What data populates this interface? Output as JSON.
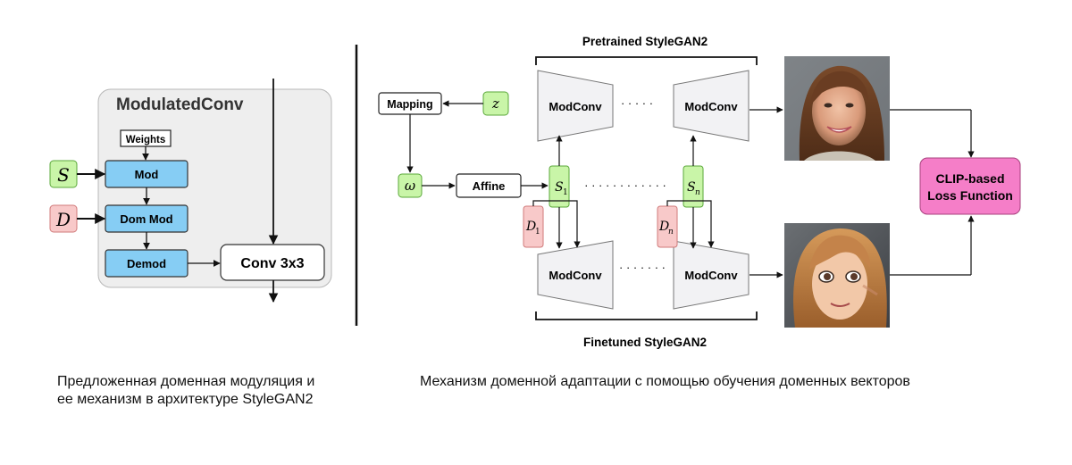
{
  "left_panel": {
    "title": "ModulatedConv",
    "weights": "Weights",
    "mod": "Mod",
    "dom_mod": "Dom Mod",
    "demod": "Demod",
    "conv": "Conv 3x3",
    "s_symbol": "S",
    "d_symbol": "D",
    "caption_line1": "Предложенная доменная модуляция и",
    "caption_line2": "ее механизм в архитектуре StyleGAN2"
  },
  "right_panel": {
    "pretrained_label": "Pretrained StyleGAN2",
    "finetuned_label": "Finetuned StyleGAN2",
    "mapping": "Mapping",
    "z_symbol": "z",
    "w_symbol": "ω",
    "affine": "Affine",
    "modconv": "ModConv",
    "s_main": "S",
    "s1_sub": "1",
    "sn_sub": "n",
    "d_main": "D",
    "d1_sub": "1",
    "dn_sub": "n",
    "clip_line1": "CLIP-based",
    "clip_line2": "Loss Function",
    "caption": "Механизм доменной адаптации с помощью обучения доменных векторов",
    "top_image": "photo of smiling woman",
    "bottom_image": "anime-style portrait"
  },
  "colors": {
    "blue": "#86cdf4",
    "green": "#c9f5a8",
    "red": "#f8c9c9",
    "pink": "#f57ec8",
    "panel_gray": "#eeeeee",
    "trap_fill": "#f2f2f4"
  }
}
